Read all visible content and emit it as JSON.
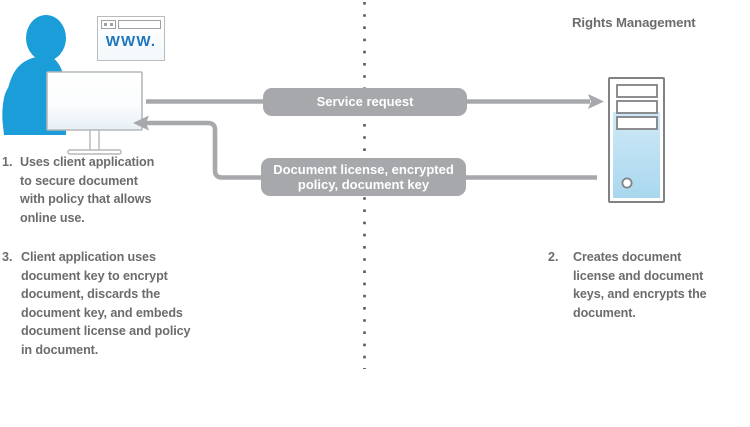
{
  "diagram": {
    "title_right": "Rights Management",
    "divider": {
      "style": "dotted-vertical",
      "color": "#58595b"
    },
    "colors": {
      "person_blue": "#1b9dd9",
      "pill_gray": "#a6a8ab",
      "arrow_gray": "#a6a8ab",
      "text_gray": "#6b6c6e",
      "server_blue_top": "#dff0f9",
      "server_blue_bottom": "#a9d7ee",
      "www_blue": "#1e76bd",
      "outline_gray": "#939598"
    }
  },
  "left": {
    "icons": {
      "person": "person-silhouette-icon",
      "monitor": "desktop-monitor-icon",
      "browser": "browser-window-icon"
    },
    "browser": {
      "www_text": "WWW."
    },
    "steps": [
      {
        "number": "1.",
        "text": "Uses client application\nto secure document\nwith policy that allows\nonline use."
      },
      {
        "number": "3.",
        "text": "Client application uses\ndocument key to encrypt\ndocument, discards the\ndocument key, and embeds\ndocument license and policy\nin document."
      }
    ]
  },
  "right": {
    "icons": {
      "server": "server-tower-icon"
    },
    "steps": [
      {
        "number": "2.",
        "text": "Creates document\nlicense and document\nkeys, and encrypts the\ndocument."
      }
    ]
  },
  "flows": [
    {
      "name": "service-request",
      "label": "Service request",
      "direction": "left-to-right"
    },
    {
      "name": "document-license-response",
      "label": "Document license, encrypted\npolicy, document key",
      "direction": "right-to-left"
    }
  ]
}
